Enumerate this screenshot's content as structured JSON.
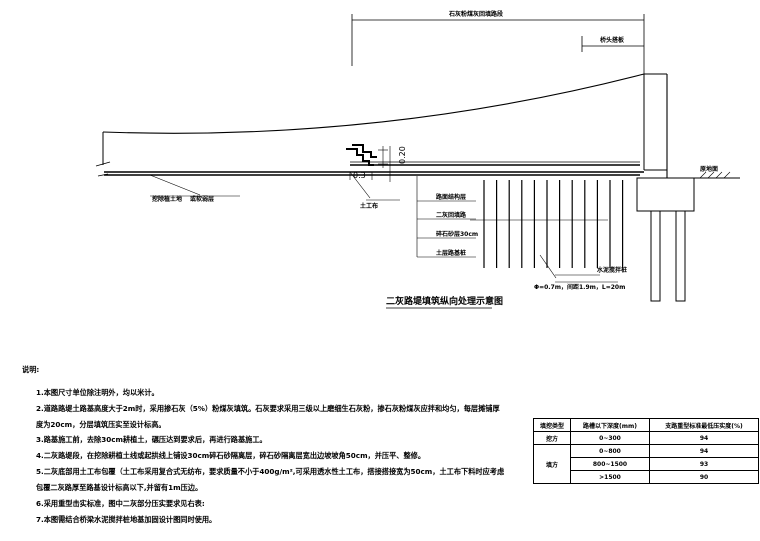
{
  "drawing": {
    "top_label": "石灰粉煤灰回填路段",
    "top_label_right": "桥头搭板",
    "right_label": "原地面",
    "dim_020": "0.20",
    "dim_03": "0.3",
    "left_label_1": "挖除植土地",
    "left_label_2": "或软弱层",
    "geo_label": "土工布",
    "legend_items": [
      "路面结构层",
      "二灰回填路",
      "碎石砂层30cm",
      "土层路基桩"
    ],
    "pile_label": "水泥搅拌桩",
    "pile_spec": "Φ=0.7m，间距1.9m，L=20m",
    "title": "二灰路堤填筑纵向处理示意图"
  },
  "notes": {
    "heading": "说明:",
    "lines": [
      "1.本图尺寸单位除注明外，均以米计。",
      "2.道路路堤土路基高度大于2m时，采用掺石灰（5%）粉煤灰填筑。石灰要求采用三级以上磨细生石灰粉，掺石灰粉煤灰应拌和均匀，每层摊铺厚",
      "度为20cm，分层填筑压实至设计标高。",
      "3.路基施工前，去除30cm耕植土，碾压达到要求后，再进行路基施工。",
      "4.二灰路堤段，在挖除耕植土线或起拱线上铺设30cm碎石砂隔离层，碎石砂隔离层宽出边坡坡角50cm，并压平、整修。",
      "5.二灰底部用土工布包覆（土工布采用复合式无纺布，要求质量不小于400g/m²,可采用透水性土工布，搭接搭接宽为50cm，土工布下料时应考虑",
      "包覆二灰路厚至路基设计标高以下,并留有1m压边。",
      "6.采用重型击实标准，图中二灰部分压实要求见右表:",
      "7.本图需结合桥梁水泥搅拌桩地基加固设计图同时使用。"
    ]
  },
  "table": {
    "headers": [
      "填挖类型",
      "路槽以下深度(mm)",
      "支路重型标准最低压实度(%)"
    ],
    "rows": [
      [
        "挖方",
        "0~300",
        "94"
      ],
      [
        "填方",
        "0~800",
        "94"
      ],
      [
        "",
        "800~1500",
        "93"
      ],
      [
        "",
        ">1500",
        "90"
      ]
    ]
  }
}
